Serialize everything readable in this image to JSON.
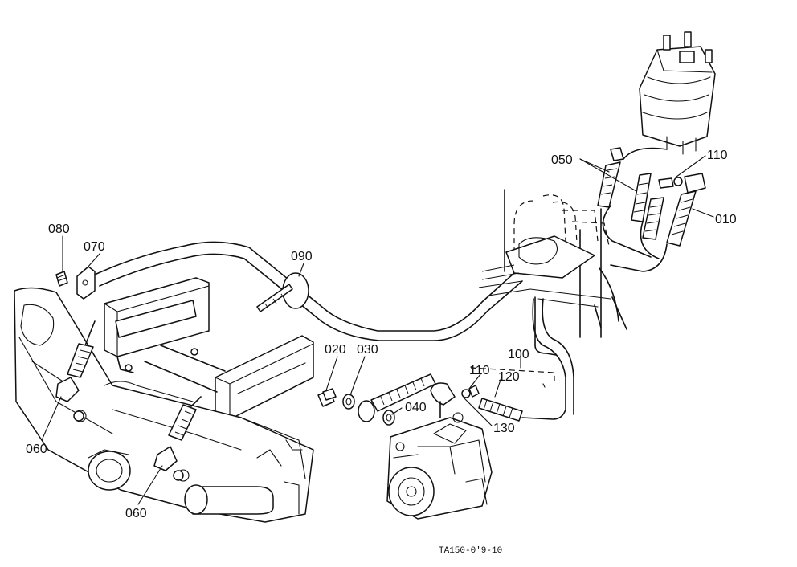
{
  "labels": {
    "l010": "010",
    "l020": "020",
    "l030": "030",
    "l040": "040",
    "l050": "050",
    "l060a": "060",
    "l060b": "060",
    "l070": "070",
    "l080": "080",
    "l090": "090",
    "l100": "100",
    "l110a": "110",
    "l110b": "110",
    "l120": "120",
    "l130": "130"
  },
  "drawing_code": "TA150-0'9-10"
}
